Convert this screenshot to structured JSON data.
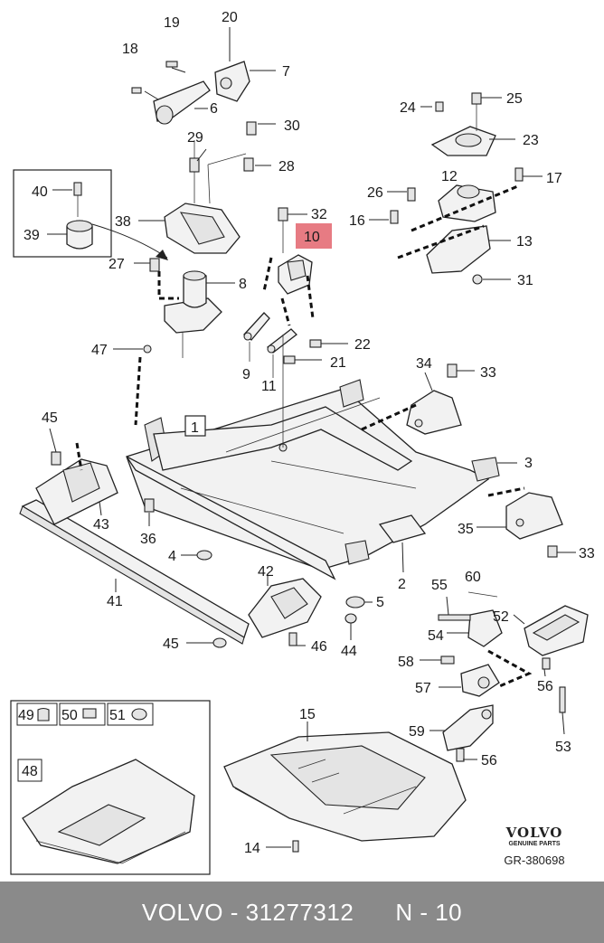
{
  "callouts": {
    "c1": "1",
    "c2": "2",
    "c3": "3",
    "c4": "4",
    "c5": "5",
    "c6": "6",
    "c7": "7",
    "c8": "8",
    "c9": "9",
    "c10": "10",
    "c11": "11",
    "c12": "12",
    "c13": "13",
    "c14": "14",
    "c15": "15",
    "c16": "16",
    "c17": "17",
    "c18": "18",
    "c19": "19",
    "c20": "20",
    "c21": "21",
    "c22": "22",
    "c23": "23",
    "c24": "24",
    "c25": "25",
    "c26": "26",
    "c27": "27",
    "c28": "28",
    "c29": "29",
    "c30": "30",
    "c31": "31",
    "c32": "32",
    "c33a": "33",
    "c33b": "33",
    "c34": "34",
    "c35": "35",
    "c36": "36",
    "c39": "39",
    "c40": "40",
    "c41": "41",
    "c42": "42",
    "c43": "43",
    "c44": "44",
    "c45a": "45",
    "c45b": "45",
    "c46": "46",
    "c47": "47",
    "c48": "48",
    "c49": "49",
    "c50": "50",
    "c51": "51",
    "c52": "52",
    "c53": "53",
    "c54": "54",
    "c55": "55",
    "c56a": "56",
    "c56b": "56",
    "c57": "57",
    "c58": "58",
    "c59": "59",
    "c60": "60",
    "c38": "38"
  },
  "highlight": {
    "label": "10",
    "color": "#e77b83"
  },
  "brand": {
    "name": "VOLVO",
    "tagline": "GENUINE PARTS",
    "diagram_code": "GR-380698"
  },
  "footer": {
    "part": "VOLVO - 31277312",
    "position": "N - 10"
  },
  "colors": {
    "footer_bg": "#8a8a8a",
    "footer_text": "#ffffff",
    "line": "#222222"
  }
}
